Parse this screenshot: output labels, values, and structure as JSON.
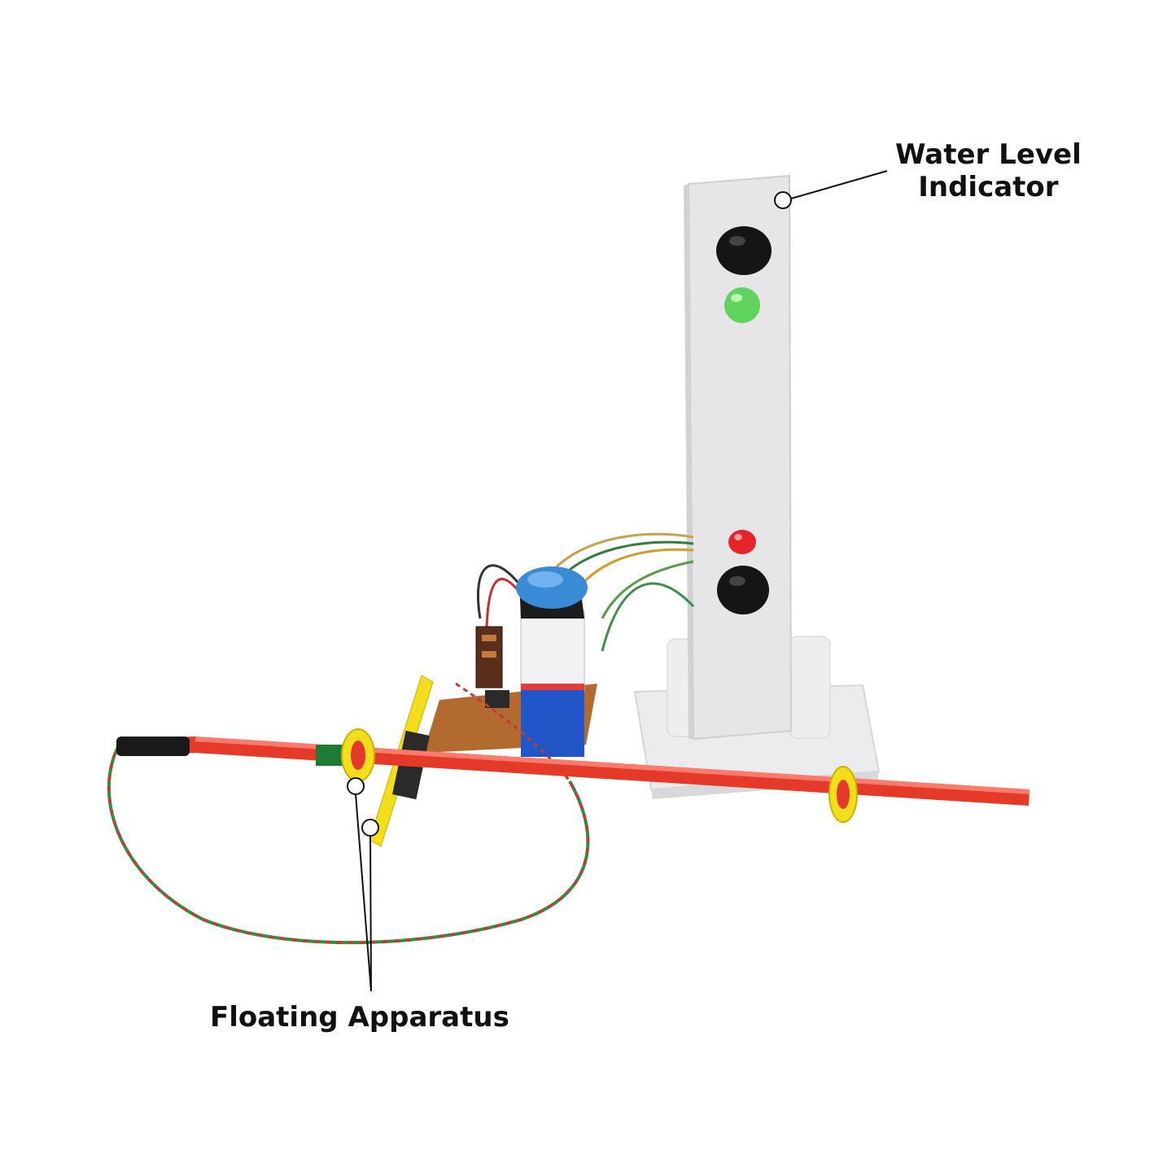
{
  "labels": {
    "water_level_indicator_line1": "Water Level",
    "water_level_indicator_line2": "Indicator",
    "floating_apparatus": "Floating Apparatus"
  },
  "colors": {
    "background": "#ffffff",
    "panel": "#e6e6e8",
    "rod": "#e53a2a",
    "ring": "#f2de1a",
    "led_green": "#5fd35b",
    "led_red": "#e6242a",
    "buzzer": "#1a1a1a",
    "battery_blue": "#2156c8",
    "pcb": "#b36a2e",
    "callout_line": "#111111"
  }
}
